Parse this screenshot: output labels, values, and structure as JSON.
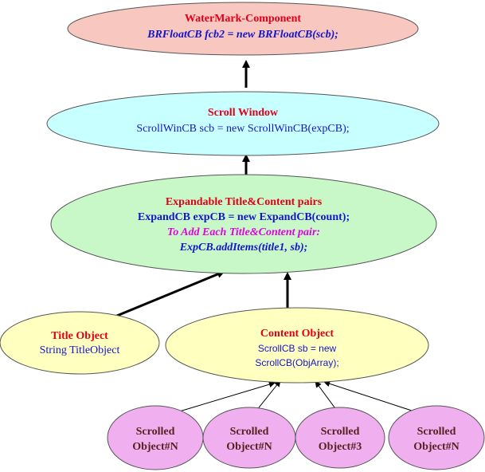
{
  "nodes": {
    "watermark": {
      "title": "WaterMark-Component",
      "code": "BRFloatCB fcb2 = new BRFloatCB(scb);"
    },
    "scroll_window": {
      "title": "Scroll Window",
      "code": "ScrollWinCB scb = new ScrollWinCB(expCB);"
    },
    "expandable": {
      "title": "Expandable Title&Content pairs",
      "code": "ExpandCB expCB = new ExpandCB(count);",
      "note": "To Add Each Title&Content pair:",
      "call": "ExpCB.addItems(title1, sb);"
    },
    "title_object": {
      "title": "Title Object",
      "code": "String TitleObject"
    },
    "content_object": {
      "title": "Content Object",
      "code_line1": "ScrollCB sb = new",
      "code_line2": "ScrollCB(ObjArray);"
    },
    "scrolled_objects": [
      {
        "line1": "Scrolled",
        "line2": "Object#N"
      },
      {
        "line1": "Scrolled",
        "line2": "Object#N"
      },
      {
        "line1": "Scrolled",
        "line2": "Object#3"
      },
      {
        "line1": "Scrolled",
        "line2": "Object#N"
      }
    ]
  },
  "colors": {
    "watermark_fill": "#f8c8c0",
    "scroll_window_fill": "#c8ffff",
    "expandable_fill": "#c8f8c8",
    "title_object_fill": "#ffffc0",
    "content_object_fill": "#ffffc0",
    "scrolled_fill": "#f0b0f0",
    "title_text": "#e0001a",
    "code_text": "#1515c8",
    "note_text": "#e000e0"
  }
}
